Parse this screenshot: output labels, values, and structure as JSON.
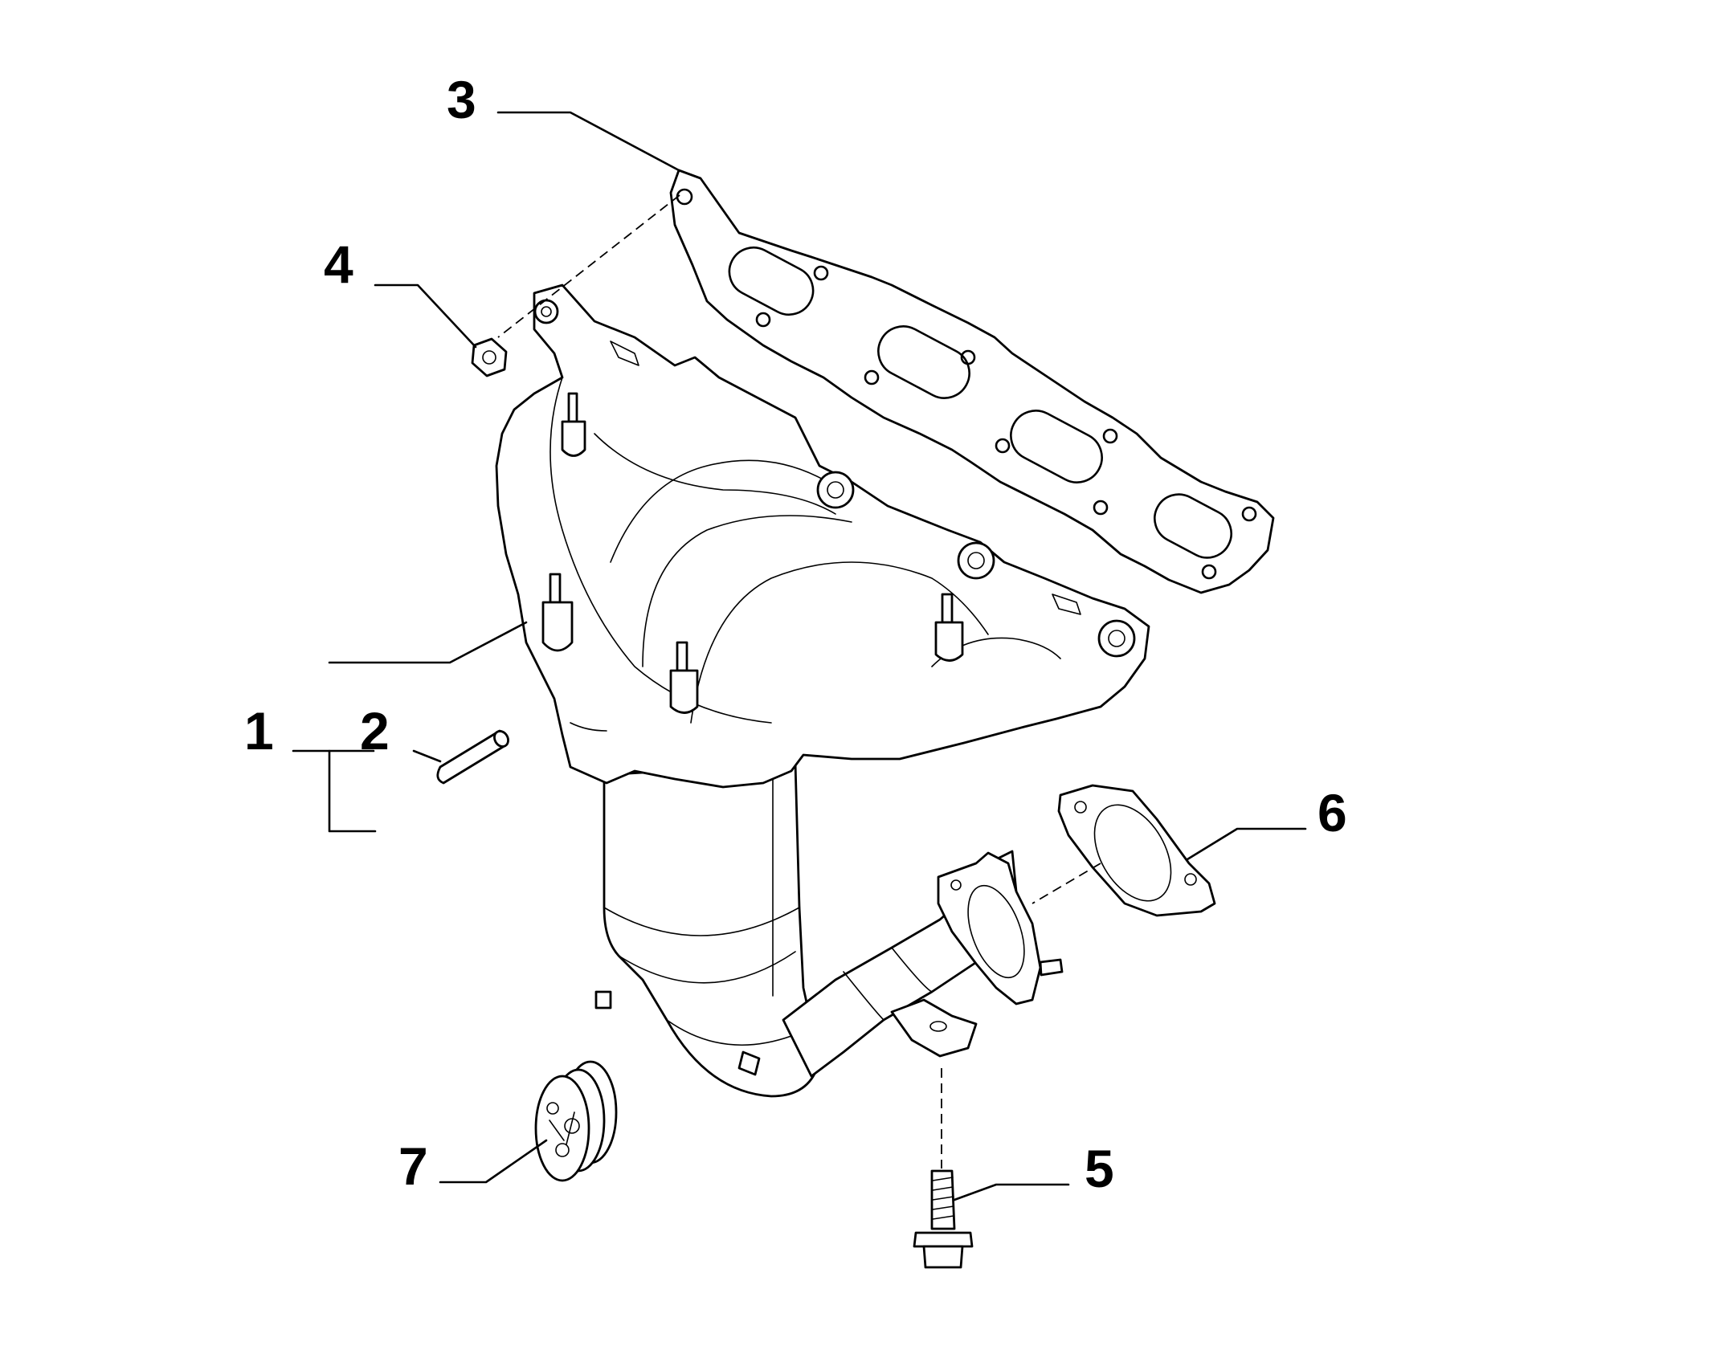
{
  "callouts": [
    {
      "id": "1",
      "label": "1"
    },
    {
      "id": "2",
      "label": "2"
    },
    {
      "id": "3",
      "label": "3"
    },
    {
      "id": "4",
      "label": "4"
    },
    {
      "id": "5",
      "label": "5"
    },
    {
      "id": "6",
      "label": "6"
    },
    {
      "id": "7",
      "label": "7"
    }
  ]
}
